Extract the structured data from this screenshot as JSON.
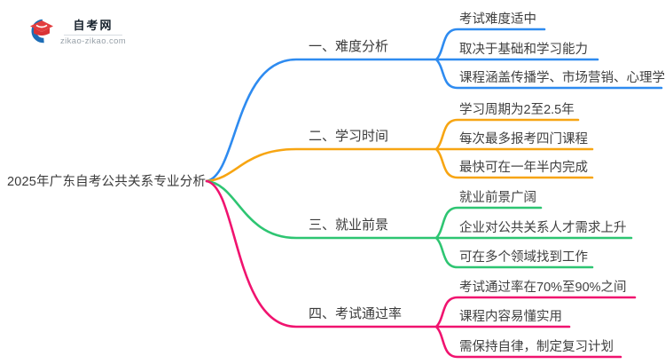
{
  "brand": {
    "name": "自考网",
    "domain": "zikao-zikao.com",
    "logo_icon": "graduation-cap-icon",
    "blue": "#1d6db6",
    "red": "#e23d3f"
  },
  "root": {
    "title": "2025年广东自考公共关系专业分析",
    "text_color": "#3a3a3a"
  },
  "branches": [
    {
      "label": "一、难度分析",
      "color": "#2E8BF0",
      "leaves": [
        "考试难度适中",
        "取决于基础和学习能力",
        "课程涵盖传播学、市场营销、心理学"
      ]
    },
    {
      "label": "二、学习时间",
      "color": "#F7A512",
      "leaves": [
        "学习周期为2至2.5年",
        "每次最多报考四门课程",
        "最快可在一年半内完成"
      ]
    },
    {
      "label": "三、就业前景",
      "color": "#2EC572",
      "leaves": [
        "就业前景广阔",
        "企业对公共关系人才需求上升",
        "可在多个领域找到工作"
      ]
    },
    {
      "label": "四、考试通过率",
      "color": "#F0136F",
      "leaves": [
        "考试通过率在70%至90%之间",
        "课程内容易懂实用",
        "需保持自律，制定复习计划"
      ]
    }
  ]
}
